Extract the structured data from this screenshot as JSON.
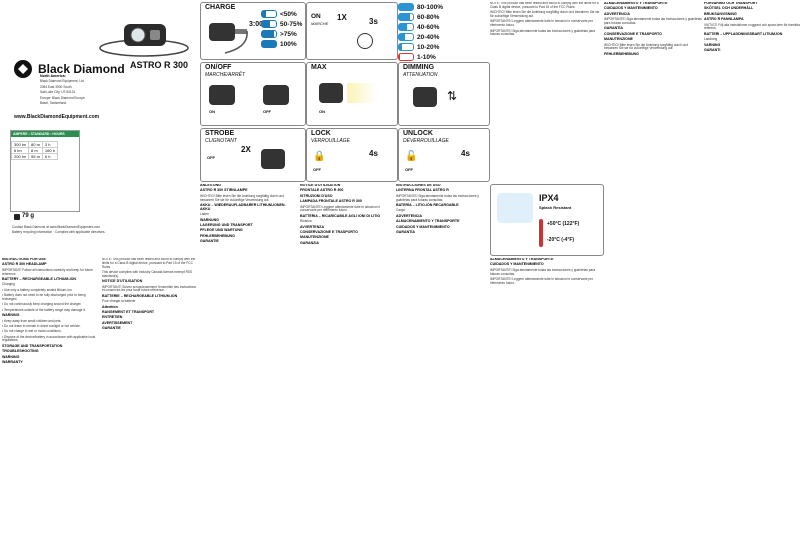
{
  "brand": {
    "name": "Black Diamond",
    "product": "ASTRO R 300"
  },
  "address": {
    "line1": "North America:",
    "line2": "Black Diamond Equipment, Ltd",
    "line3": "2084 East 3900 South",
    "line4": "Salt Lake City, UT 84124",
    "line5": "Europe: Black Diamond Europe",
    "line6": "Basel, Switzerland",
    "website": "www.BlackDiamondEquipment.com"
  },
  "panels": {
    "charge": {
      "title": "CHARGE",
      "time_3h": "3:00 h",
      "charge_levels": [
        {
          "pct": "<50%"
        },
        {
          "pct": "50-75%"
        },
        {
          "pct": ">75%"
        },
        {
          "pct": "100%"
        }
      ],
      "charge_fill": [
        0.3,
        0.6,
        0.85,
        1.0
      ]
    },
    "battery": {
      "levels": [
        "80-100%",
        "60-80%",
        "40-60%",
        "20-40%",
        "10-20%",
        "1-10%"
      ],
      "on_label": "ON",
      "on_sub": "MARCHE",
      "on_count": "1X",
      "off_time": "3s"
    },
    "onoff": {
      "title": "ON/OFF",
      "subtitle": "MARCHE/ARRÊT",
      "on_label": "ON",
      "on_sub": "MARCHE",
      "off_label": "OFF",
      "off_sub": "ARRÊT"
    },
    "max": {
      "title": "MAX",
      "on_label": "ON",
      "on_sub": "MARCHE",
      "off_label": "OFF"
    },
    "dimming": {
      "title": "DIMMING",
      "subtitle": "ATTENUATION"
    },
    "strobe": {
      "title": "STROBE",
      "subtitle": "CLIGNOTANT",
      "count": "2X",
      "off_label": "OFF",
      "off_sub": "ARRÊT"
    },
    "lock": {
      "title": "LOCK",
      "subtitle": "VERROUILLAGE",
      "off_label": "OFF",
      "off_sub": "ARRÊT",
      "time": "4s"
    },
    "unlock": {
      "title": "UNLOCK",
      "subtitle": "DÉVERROUILLAGE",
      "off_label": "OFF",
      "off_sub": "ARRÊT",
      "time": "4s"
    },
    "ipx": {
      "rating": "IPX4",
      "sub": "Splash Resistant",
      "temp_low": "-20°C (-4°F)",
      "temp_high": "+50°C (122°F)"
    }
  },
  "spec": {
    "header": "AMPERE • STANDARD • HOURS",
    "rows": [
      [
        "300 lm",
        "80 m",
        "3 h"
      ],
      [
        "6 lm",
        "8 m",
        "160 h"
      ],
      [
        "200 lm",
        "55 m",
        "6 h"
      ]
    ],
    "weight": "79 g"
  },
  "sections": [
    {
      "heading": "INSTRUCTIONS FOR USE",
      "sub": "ASTRO R 300 HEADLAMP"
    },
    {
      "heading": "NOTICE D'UTILISATION",
      "sub": "FRONTALE ASTRO R 300"
    },
    {
      "heading": "ANLEITUNG",
      "sub": "ASTRO R 300 STIRNLAMPE"
    },
    {
      "heading": "ISTRUZIONI D'USO",
      "sub": "LAMPADA FRONTALE ASTRO R 300"
    },
    {
      "heading": "INSTRUCCIONES DE USO",
      "sub": "LINTERNA FRONTAL ASTRO R"
    },
    {
      "heading": "BRUKSANVISNING",
      "sub": "ASTRO R PANNLAMPA"
    }
  ],
  "body": {
    "c1": [
      "IMPORTANT! Follow all instructions carefully and keep for future reference.",
      "BATTERY – RECHARGEABLE LITHIUM-ION",
      "Charging",
      "• Use only a battery completely sealed lithium-ion.",
      "• Battery does not need to be fully discharged prior to being recharged.",
      "• Do not continuously keep charging around the charger.",
      "• Temperatures outside of the battery range may damage it.",
      "WARNING",
      "• Keep away from small children and pets.",
      "• Do not leave to remain in direct sunlight or hot vehicle.",
      "• Do not charge in wet or moist conditions.",
      "• Dispose of the device/battery in accordance with applicable local regulations.",
      "STORAGE AND TRANSPORTATION",
      "TROUBLESHOOTING",
      "WARNING",
      "WARRANTY"
    ],
    "c2": [
      "NOTE: This product has been tested and found to comply with the limits for a Class B digital device, pursuant to Part 15 of the FCC Rules.",
      "This device complies with Industry Canada licence-exempt RSS standard(s).",
      "NOTICE D'UTILISATION",
      "IMPORTANT! Suivez scrupuleusement l'ensemble des instructions et conservez-les pour toute future référence.",
      "BATTERIE – RECHARGEABLE LITHIUM-ION",
      "Pour charger la batterie",
      "Attention",
      "RANGEMENT ET TRANSPORT",
      "ENTRETIEN",
      "AVERTISSEMENT",
      "GARANTIE"
    ],
    "c3": [
      "WICHTIG! Bitte lesen Sie die Anleitung sorgfältig durch und bewahren Sie sie für zukünftige Verwendung auf.",
      "AKKU – WIEDERAUFLADBARER LITHIUM-IONEN-AKKU",
      "Laden",
      "WARNUNG",
      "LAGERUNG UND TRANSPORT",
      "PFLEGE UND WARTUNG",
      "FEHLERBEHEBUNG",
      "GARANTIE"
    ],
    "c4": [
      "IMPORTANTE! Leggere attentamente tutte le istruzioni e conservarle per riferimento futuro.",
      "BATTERIA – RICARICABILE AGLI IONI DI LITIO",
      "Ricarica",
      "AVVERTENZA",
      "CONSERVAZIONE E TRASPORTO",
      "MANUTENZIONE",
      "GARANZIA"
    ],
    "c5": [
      "IMPORTANTE! Siga atentamente todas las instrucciones y guárdelas para futuras consultas.",
      "BATERÍA – LITIO-IÓN RECARGABLE",
      "Carga",
      "ADVERTENCIA",
      "ALMACENAMIENTO Y TRANSPORTE",
      "CUIDADOS Y MANTENIMIENTO",
      "GARANTÍA"
    ],
    "c6": [
      "VIKTIGT! Följ alla instruktioner noggrant och spara dem för framtida referens.",
      "BATTERI – UPPLADDNINGSBART LITIUMJON",
      "Laddning",
      "VARNING",
      "FÖRVARING OCH TRANSPORT",
      "SKÖTSEL OCH UNDERHÅLL",
      "GARANTI"
    ]
  }
}
